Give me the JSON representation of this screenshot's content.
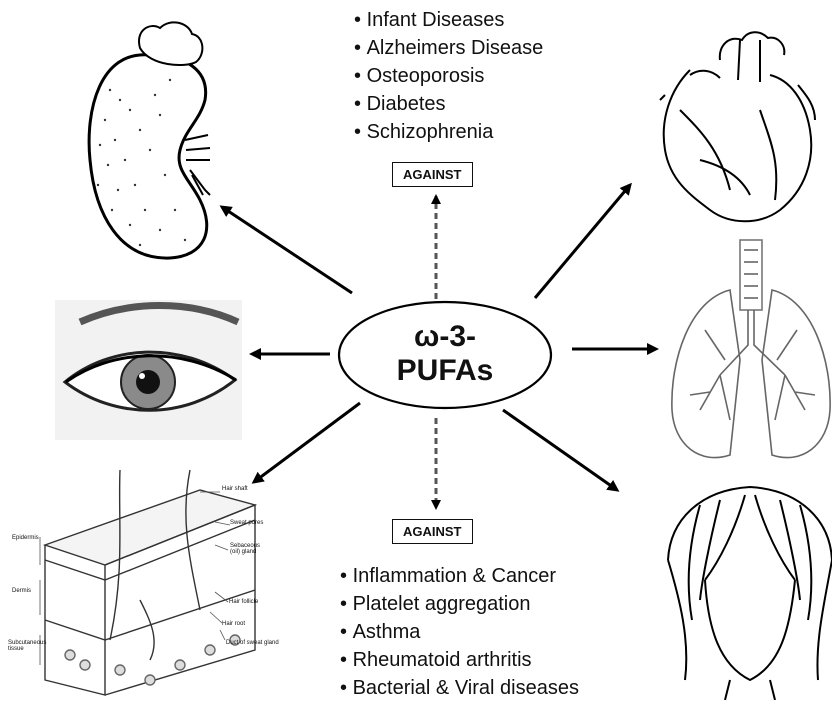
{
  "center": {
    "line1": "ω-3-",
    "line2": "PUFAs"
  },
  "top_box": "AGAINST",
  "bottom_box": "AGAINST",
  "top_list": [
    "Infant Diseases",
    "Alzheimers Disease",
    "Osteoporosis",
    "Diabetes",
    "Schizophrenia"
  ],
  "bottom_list": [
    "Inflammation & Cancer",
    "Platelet aggregation",
    "Asthma",
    "Rheumatoid arthritis",
    "Bacterial & Viral diseases"
  ],
  "skin_labels": {
    "hair_shaft": "Hair shaft",
    "sweat_pores": "Sweat pores",
    "sebaceous": "Sebaceous (oil) gland",
    "hair_follicle": "Hair follicle",
    "hair_root": "Hair root",
    "duct": "Duct of sweat gland",
    "epidermis": "Epidermis",
    "dermis": "Dermis",
    "subcutaneous": "Subcutaneous tissue"
  },
  "organs": [
    "kidney-icon",
    "heart-icon",
    "eye-icon",
    "lungs-icon",
    "skin-icon",
    "hair-icon"
  ]
}
